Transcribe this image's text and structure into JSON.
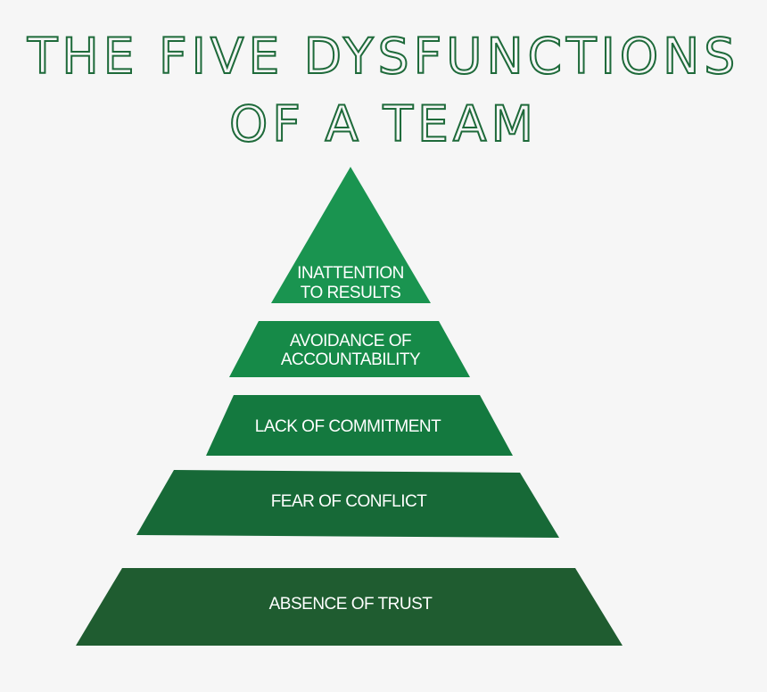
{
  "title": {
    "line1": "THE FIVE DYSFUNCTIONS",
    "line2": "OF A TEAM"
  },
  "tiers": [
    {
      "lines": [
        "INATTENTION",
        "TO RESULTS"
      ],
      "color": "#1a9450"
    },
    {
      "lines": [
        "AVOIDANCE OF",
        "ACCOUNTABILITY"
      ],
      "color": "#168a48"
    },
    {
      "lines": [
        "LACK OF COMMITMENT"
      ],
      "color": "#14793f"
    },
    {
      "lines": [
        "FEAR OF CONFLICT"
      ],
      "color": "#176937"
    },
    {
      "lines": [
        "ABSENCE OF TRUST"
      ],
      "color": "#1f5c30"
    }
  ]
}
